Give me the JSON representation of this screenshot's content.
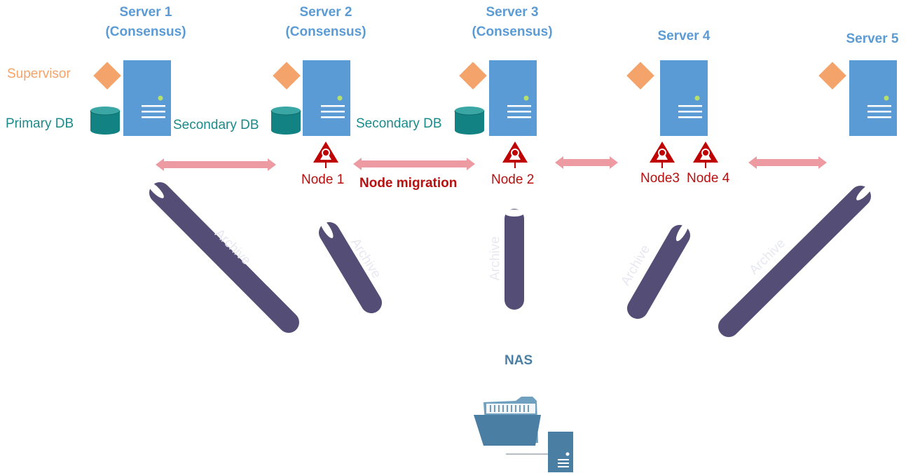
{
  "servers": [
    {
      "name": "Server 1",
      "role": "(Consensus)"
    },
    {
      "name": "Server 2",
      "role": "(Consensus)"
    },
    {
      "name": "Server 3",
      "role": "(Consensus)"
    },
    {
      "name": "Server 4",
      "role": ""
    },
    {
      "name": "Server 5",
      "role": ""
    }
  ],
  "labels": {
    "supervisor": "Supervisor",
    "primary_db": "Primary DB",
    "secondary_db_1": "Secondary DB",
    "secondary_db_2": "Secondary DB",
    "node_migration": "Node migration",
    "nas": "NAS",
    "archive": "Archive"
  },
  "nodes": [
    "Node 1",
    "Node 2",
    "Node3",
    "Node 4"
  ],
  "colors": {
    "server": "#5b9bd5",
    "supervisor": "#f4a36b",
    "database": "#138282",
    "node": "#c00000",
    "migration_arrow": "#ee9aa2",
    "archive_pipe": "#544e77",
    "nas": "#4a7fa3"
  },
  "icons": [
    "server-icon",
    "supervisor-diamond-icon",
    "database-icon",
    "node-triangle-icon",
    "double-arrow-icon",
    "archive-pipe-icon",
    "nas-folder-icon"
  ]
}
